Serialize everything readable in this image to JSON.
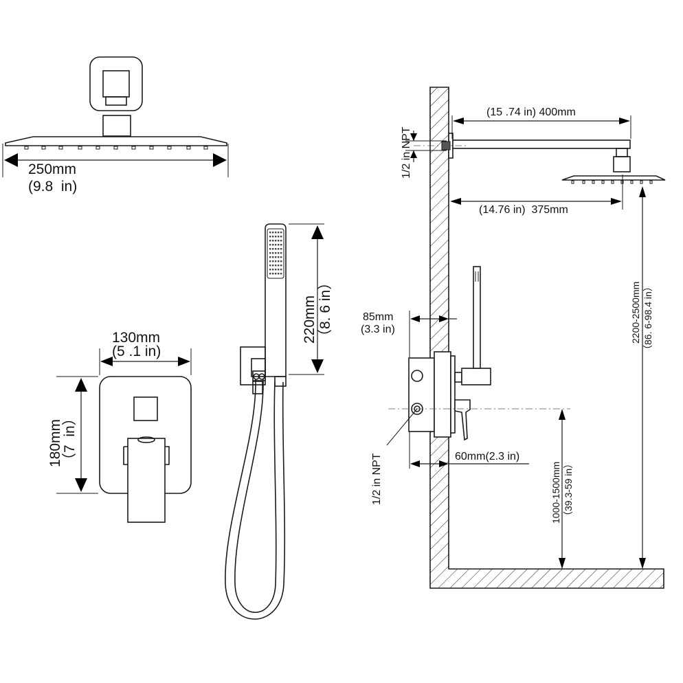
{
  "shower_head": {
    "width_mm": "250mm",
    "width_in": "(9.8  in)"
  },
  "valve_plate": {
    "width_mm": "130mm",
    "width_in": "(5 .1 in)",
    "height_mm": "180mm",
    "height_in": "（7  in）"
  },
  "hand_shower": {
    "length_mm": "220mm",
    "length_in": "（8. 6 in）"
  },
  "side_view": {
    "inlet_npt_top": "1/2 in NPT",
    "arm_length": "(15 .74 in) 400mm",
    "head_offset": "(14.76 in)  375mm",
    "head_height_mm": "2200-2500mm",
    "head_height_in": "（86. 6-98.4 in）",
    "valve_depth_mm": "85mm",
    "valve_depth_in": "(3.3 in)",
    "inlet_npt_valve": "1/2 in NPT",
    "valve_offset": "60mm(2.3 in)",
    "valve_height_mm": "1000-1500mm",
    "valve_height_in": "（39.3-59 in）"
  }
}
